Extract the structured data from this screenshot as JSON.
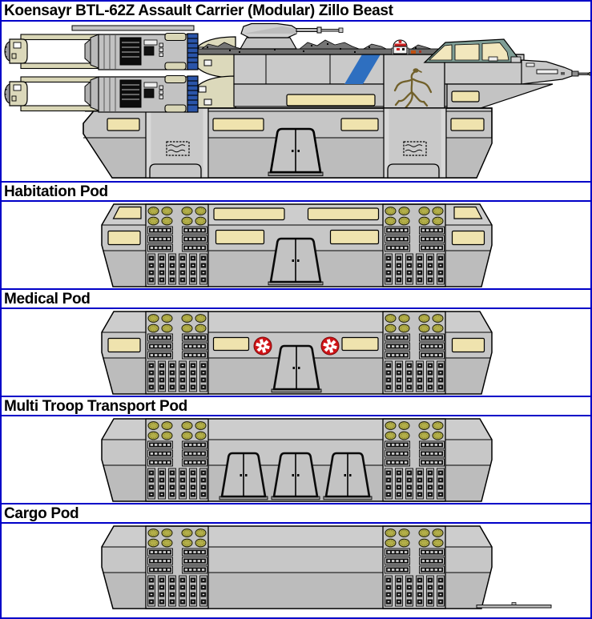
{
  "page": {
    "title": "Koensayr BTL-62Z Assault Carrier (Modular) Zillo Beast"
  },
  "ship": {
    "name": "Koensayr BTL-62Z Assault Carrier",
    "nickname": "Zillo Beast",
    "features": [
      "twin engine nacelles",
      "dorsal turret",
      "astromech droid",
      "cockpit canopy",
      "nose probe",
      "zillo beast nose art",
      "blue hull stripe",
      "attached modular pod"
    ]
  },
  "pod_variants": [
    {
      "key": "habitation",
      "label": "Habitation Pod",
      "cap_windows": "slanted",
      "top_strips": true,
      "mid_windows": "wide",
      "door_centers": [
        367
      ],
      "door_half_width": 31,
      "medical_crosses": false,
      "cargo_ramp": false
    },
    {
      "key": "medical",
      "label": "Medical Pod",
      "cap_windows": "rect",
      "top_strips": false,
      "mid_windows": "narrow",
      "door_centers": [
        368
      ],
      "door_half_width": 28,
      "medical_crosses": true,
      "cargo_ramp": false
    },
    {
      "key": "mtt",
      "label": "Multi Troop Transport Pod",
      "cap_windows": "none",
      "top_strips": false,
      "mid_windows": "none",
      "door_centers": [
        302,
        367,
        432
      ],
      "door_half_width": 27,
      "medical_crosses": false,
      "cargo_ramp": false
    },
    {
      "key": "cargo",
      "label": "Cargo Pod",
      "cap_windows": "none",
      "top_strips": false,
      "mid_windows": "none",
      "door_centers": [],
      "door_half_width": 0,
      "medical_crosses": false,
      "cargo_ramp": true
    }
  ],
  "colors": {
    "divider_blue": "#0000c8",
    "hull_gray": "#c7c7c7",
    "band_light": "#cdcdcd",
    "band_dark": "#bcbcbc",
    "panel_gray": "#c3c3c3",
    "window_cream": "#efe3ae",
    "porthole_olive": "#b3af49",
    "grille_black": "#0d0d0d",
    "medical_red": "#d01317",
    "marking_blue": "#2e6fc0",
    "engine_blue": "#2a54a9",
    "engine_cream": "#dbd8ba",
    "greeble_gray": "#6f6f6f",
    "canopy_teal": "#7f9e96",
    "beast_brown": "#71602a",
    "droid_red": "#cc2222"
  }
}
